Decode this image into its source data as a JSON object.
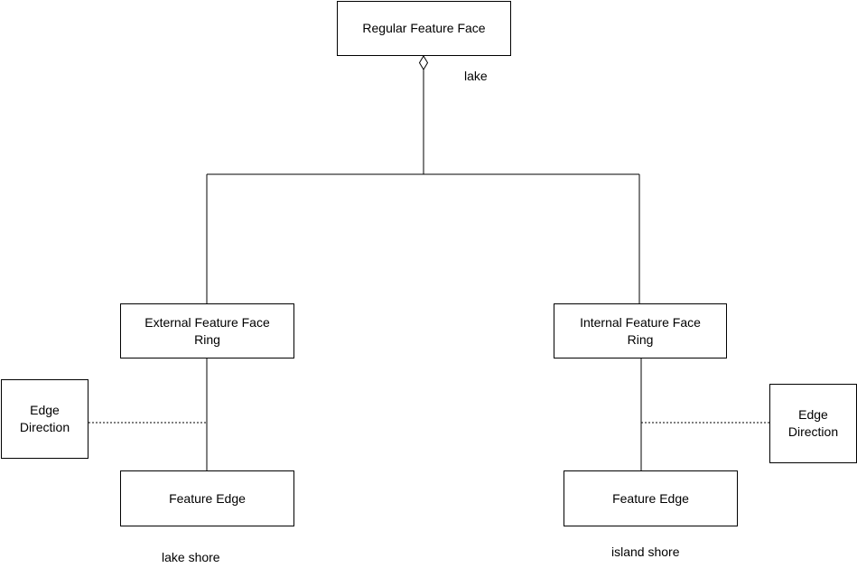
{
  "boxes": {
    "regular_feature_face": "Regular Feature Face",
    "external_ring": "External Feature Face Ring",
    "internal_ring": "Internal Feature Face Ring",
    "left_feature_edge": "Feature Edge",
    "right_feature_edge": "Feature Edge",
    "left_edge_direction": "Edge Direction",
    "right_edge_direction": "Edge Direction"
  },
  "labels": {
    "aggregation_role": "lake",
    "left_role": "lake shore",
    "right_role": "island shore"
  },
  "colors": {
    "line": "#000000",
    "background": "#ffffff"
  }
}
